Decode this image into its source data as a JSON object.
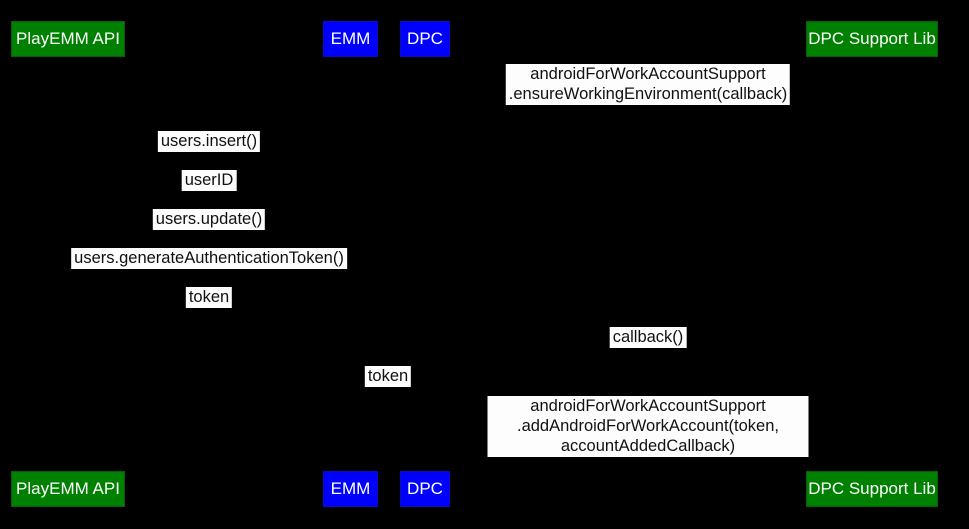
{
  "colors": {
    "background": "#000000",
    "actor_green": "#008000",
    "actor_blue": "#0000ff",
    "label_bg": "#fdfdfd",
    "label_text": "#111111",
    "actor_text": "#ffffff"
  },
  "actors": [
    {
      "label": "PlayEMM API",
      "color_role": "green"
    },
    {
      "label": "EMM",
      "color_role": "blue"
    },
    {
      "label": "DPC",
      "color_role": "blue"
    },
    {
      "label": "DPC Support Lib",
      "color_role": "green"
    }
  ],
  "messages": [
    {
      "text": "androidForWorkAccountSupport\n.ensureWorkingEnvironment(callback)"
    },
    {
      "text": "users.insert()"
    },
    {
      "text": "userID"
    },
    {
      "text": "users.update()"
    },
    {
      "text": "users.generateAuthenticationToken()"
    },
    {
      "text": "token"
    },
    {
      "text": "callback()"
    },
    {
      "text": "token"
    },
    {
      "text": "androidForWorkAccountSupport\n.addAndroidForWorkAccount(token, accountAddedCallback)"
    }
  ]
}
